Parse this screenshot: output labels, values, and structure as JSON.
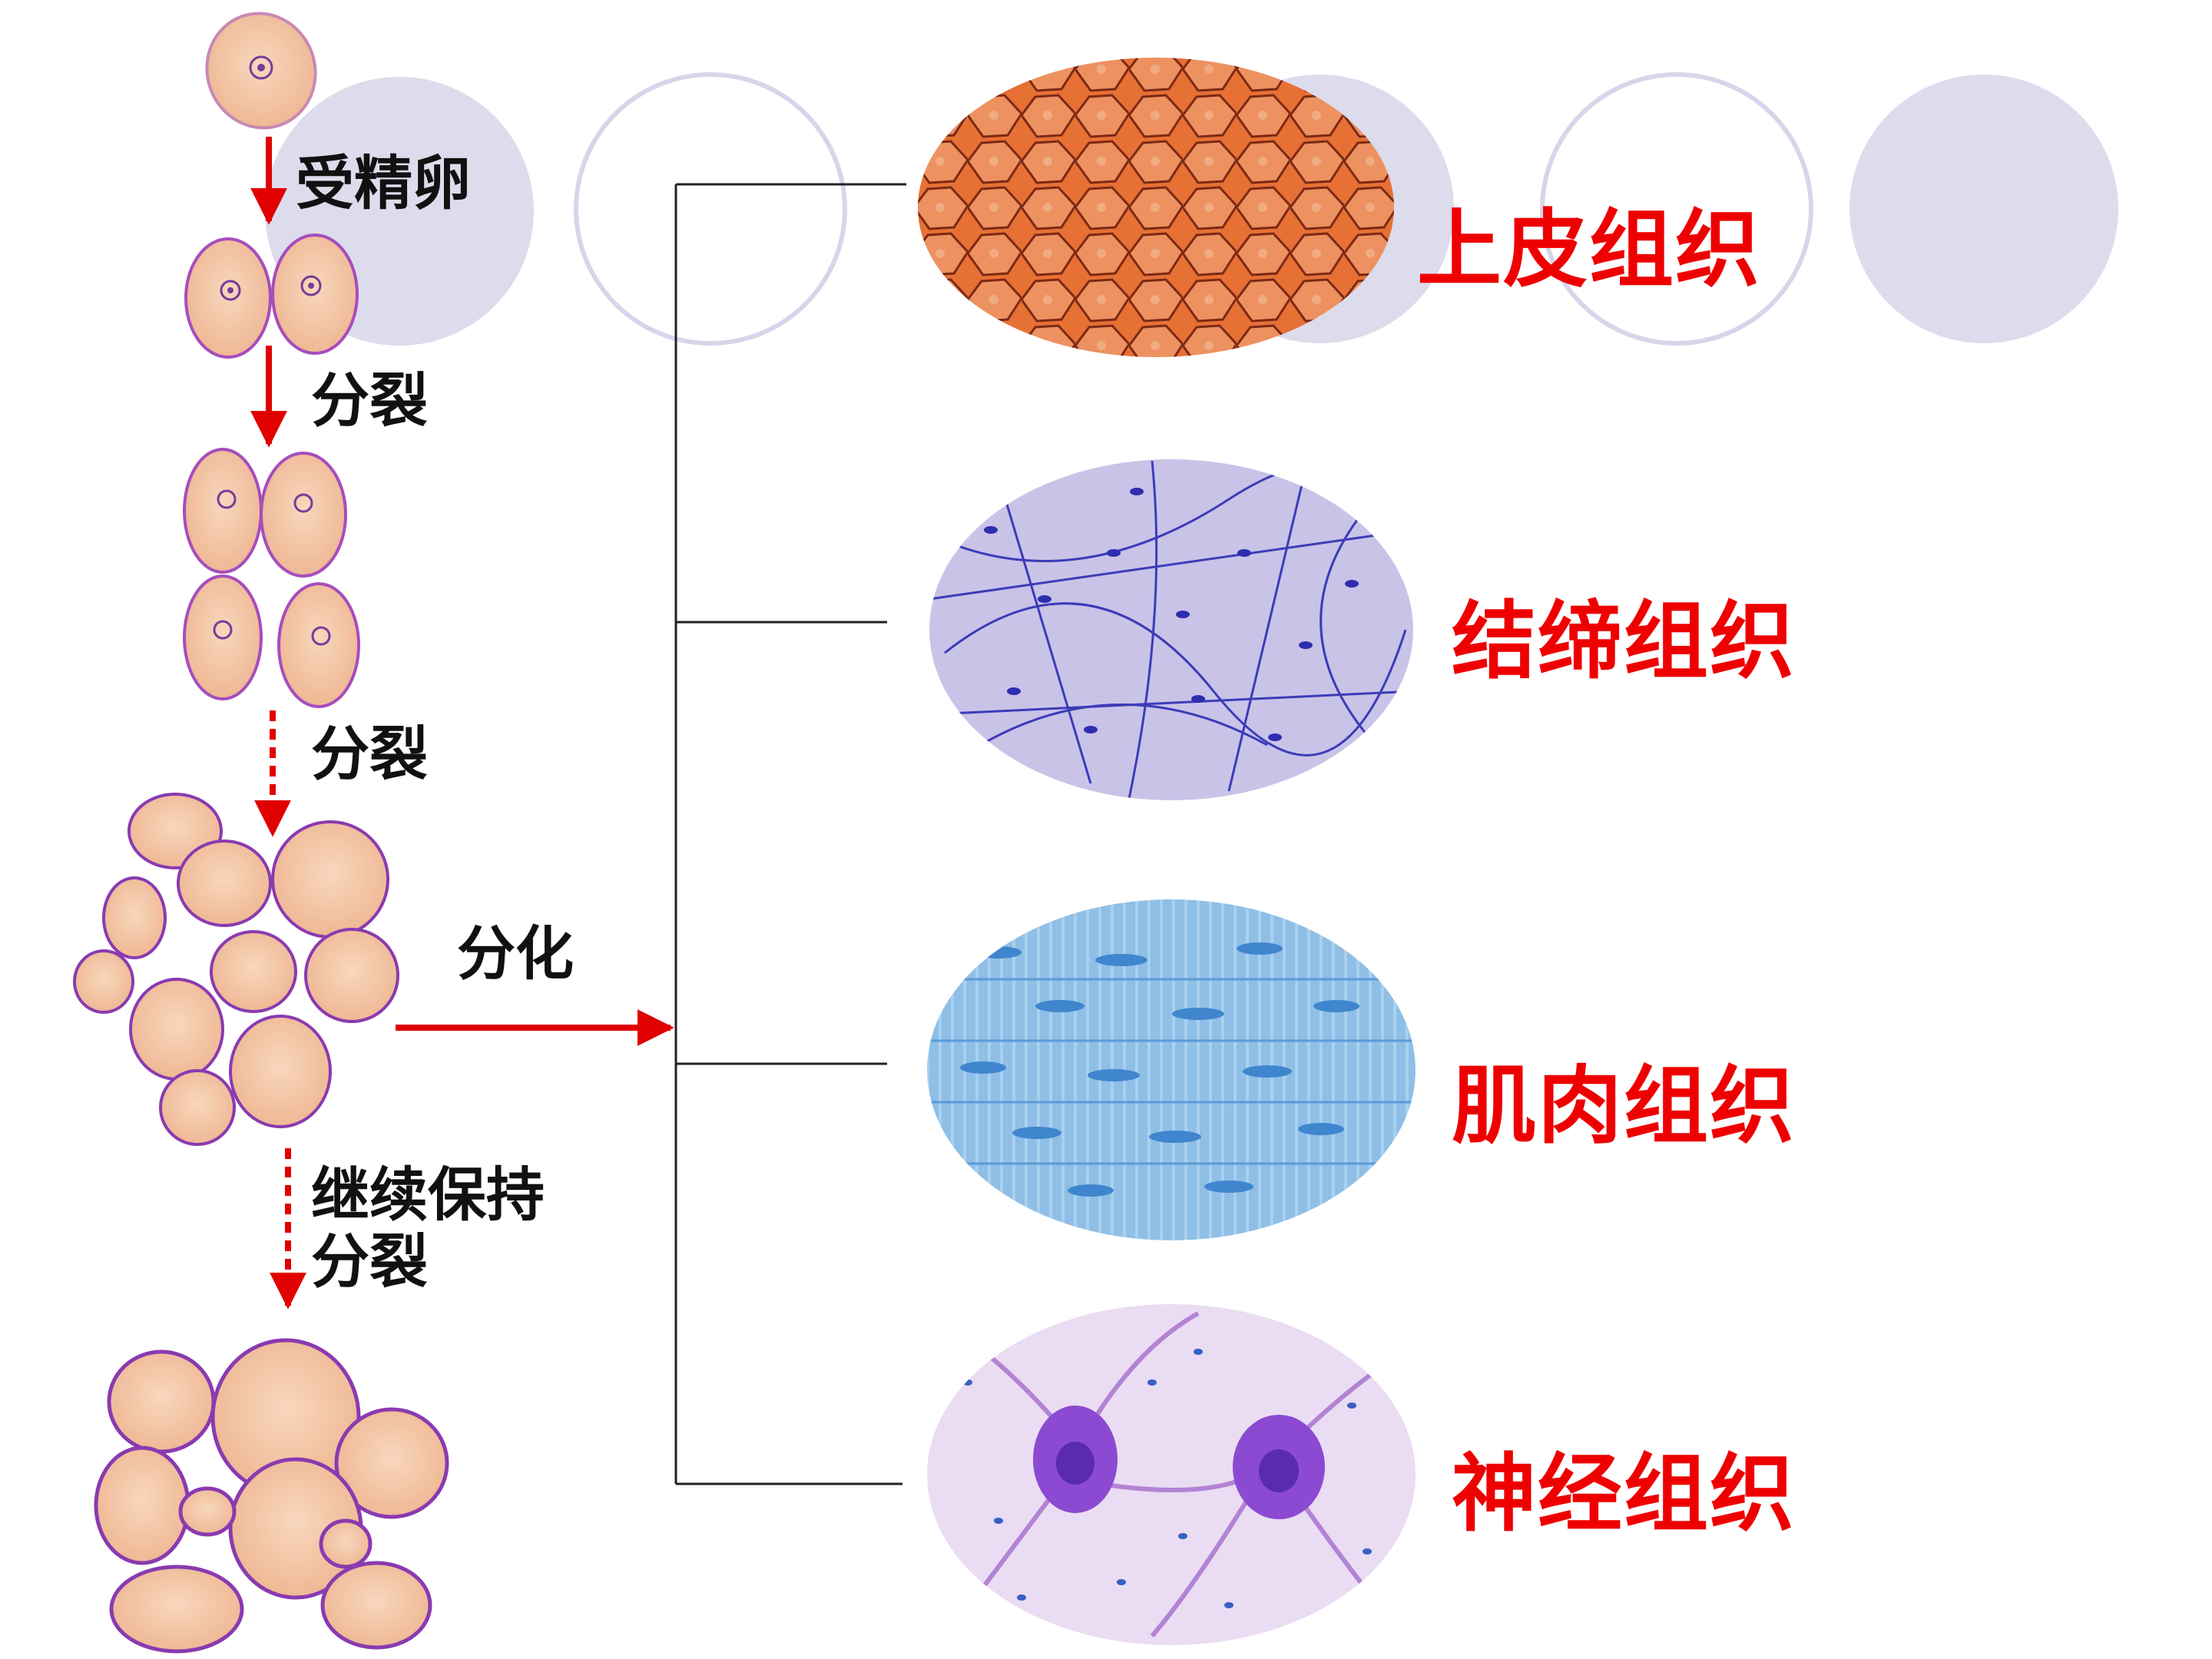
{
  "colors": {
    "arrow": "#e00000",
    "tissue_label": "#ee0000",
    "step_label": "#111111",
    "circle_fill": "#dcdcec",
    "circle_stroke": "#d6d6ea",
    "connector": "#222222",
    "cell_fill": "#f3c4a2",
    "cell_edge": "#8a3ab0"
  },
  "stages": {
    "fertilized_egg": "受精卵",
    "division_1": "分裂",
    "division_2": "分裂",
    "continue_1": "继续保持",
    "continue_2": "分裂",
    "differentiation": "分化"
  },
  "tissues": [
    {
      "label": "上皮组织",
      "icon": "epithelial-micrograph"
    },
    {
      "label": "结缔组织",
      "icon": "connective-micrograph"
    },
    {
      "label": "肌肉组织",
      "icon": "muscle-micrograph"
    },
    {
      "label": "神经组织",
      "icon": "nerve-micrograph"
    }
  ]
}
